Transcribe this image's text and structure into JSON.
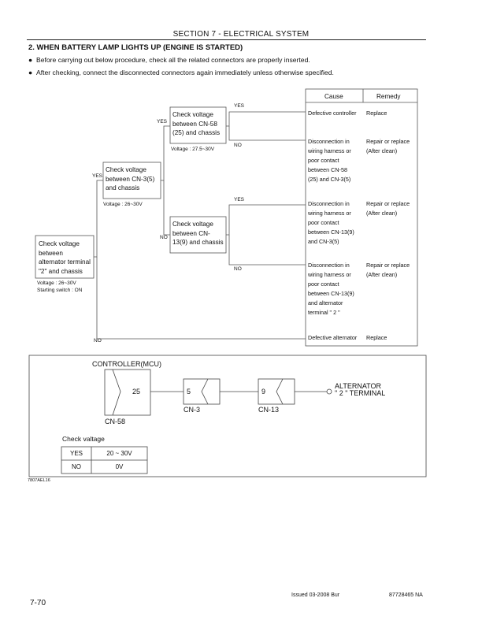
{
  "header": {
    "section": "SECTION 7 - ELECTRICAL SYSTEM"
  },
  "title": "2. WHEN BATTERY LAMP LIGHTS UP (ENGINE IS STARTED)",
  "bullets": [
    "Before carrying out below procedure, check all the related connectors are properly inserted.",
    "After checking, connect the disconnected connectors again immediately unless otherwise specified."
  ],
  "flowchart": {
    "start": {
      "lines": [
        "Check voltage",
        "between",
        "alternator terminal",
        "\"2\" and chassis"
      ],
      "note1": "Voltage : 26~30V",
      "note2": "Starting switch : ON"
    },
    "cn3": {
      "lines": [
        "Check voltage",
        "between CN-3(5)",
        "and chassis"
      ],
      "note": "Voltage : 26~30V"
    },
    "cn58": {
      "lines": [
        "Check voltage",
        "between CN-58",
        "(25) and chassis"
      ],
      "note": "Voltage : 27.5~30V"
    },
    "cn13": {
      "lines": [
        "Check voltage",
        "between CN-",
        "13(9) and chassis"
      ]
    },
    "yes": "YES",
    "no": "NO",
    "table_header": {
      "cause": "Cause",
      "remedy": "Remedy"
    },
    "rows": [
      {
        "cause": [
          "Defective controller"
        ],
        "remedy": [
          "Replace"
        ]
      },
      {
        "cause": [
          "Disconnection in",
          "wiring harness or",
          "poor contact",
          "between CN-58",
          "(25) and CN-3(5)"
        ],
        "remedy": [
          "Repair or replace",
          "(After clean)"
        ]
      },
      {
        "cause": [
          "Disconnection in",
          "wiring harness or",
          "poor contact",
          "between CN-13(9)",
          "and CN-3(5)"
        ],
        "remedy": [
          "Repair or replace",
          "(After clean)"
        ]
      },
      {
        "cause": [
          "Disconnection in",
          "wiring harness or",
          "poor contact",
          "between CN-13(9)",
          "and alternator",
          "terminal \" 2 \""
        ],
        "remedy": [
          "Repair or replace",
          "(After clean)"
        ]
      },
      {
        "cause": [
          "Defective alternator"
        ],
        "remedy": [
          "Replace"
        ]
      }
    ]
  },
  "circuit": {
    "controller_label": "CONTROLLER(MCU)",
    "pin_25": "25",
    "pin_5": "5",
    "pin_9": "9",
    "cn58": "CN-58",
    "cn3": "CN-3",
    "cn13": "CN-13",
    "alternator_line1": "ALTERNATOR",
    "alternator_line2": "\" 2 \" TERMINAL",
    "check_title": "Check valtage",
    "check_rows": [
      {
        "state": "YES",
        "value": "20 ~ 30V"
      },
      {
        "state": "NO",
        "value": "0V"
      }
    ],
    "figure_code": "7807AEL16"
  },
  "footer": {
    "page": "7-70",
    "issued": "Issued 03-2008   Bur",
    "docnum": "87728465 NA"
  }
}
